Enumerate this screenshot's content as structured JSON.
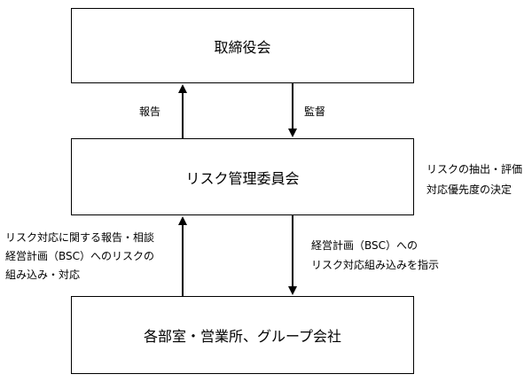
{
  "boxes": {
    "board": "取締役会",
    "risk_committee": "リスク管理委員会",
    "departments": "各部室・営業所、グループ会社"
  },
  "arrow_labels": {
    "report": "報告",
    "supervision": "監督",
    "committee_roles": [
      "リスクの抽出・評価",
      "対応優先度の決定"
    ],
    "upward": [
      "リスク対応に関する報告・相談",
      "経営計画（BSC）へのリスクの",
      "組み込み・対応"
    ],
    "downward": [
      "経営計画（BSC）への",
      "リスク対応組み込みを指示"
    ]
  },
  "colors": {
    "line": "#000000",
    "box_fill": "#ffffff",
    "text": "#000000"
  }
}
